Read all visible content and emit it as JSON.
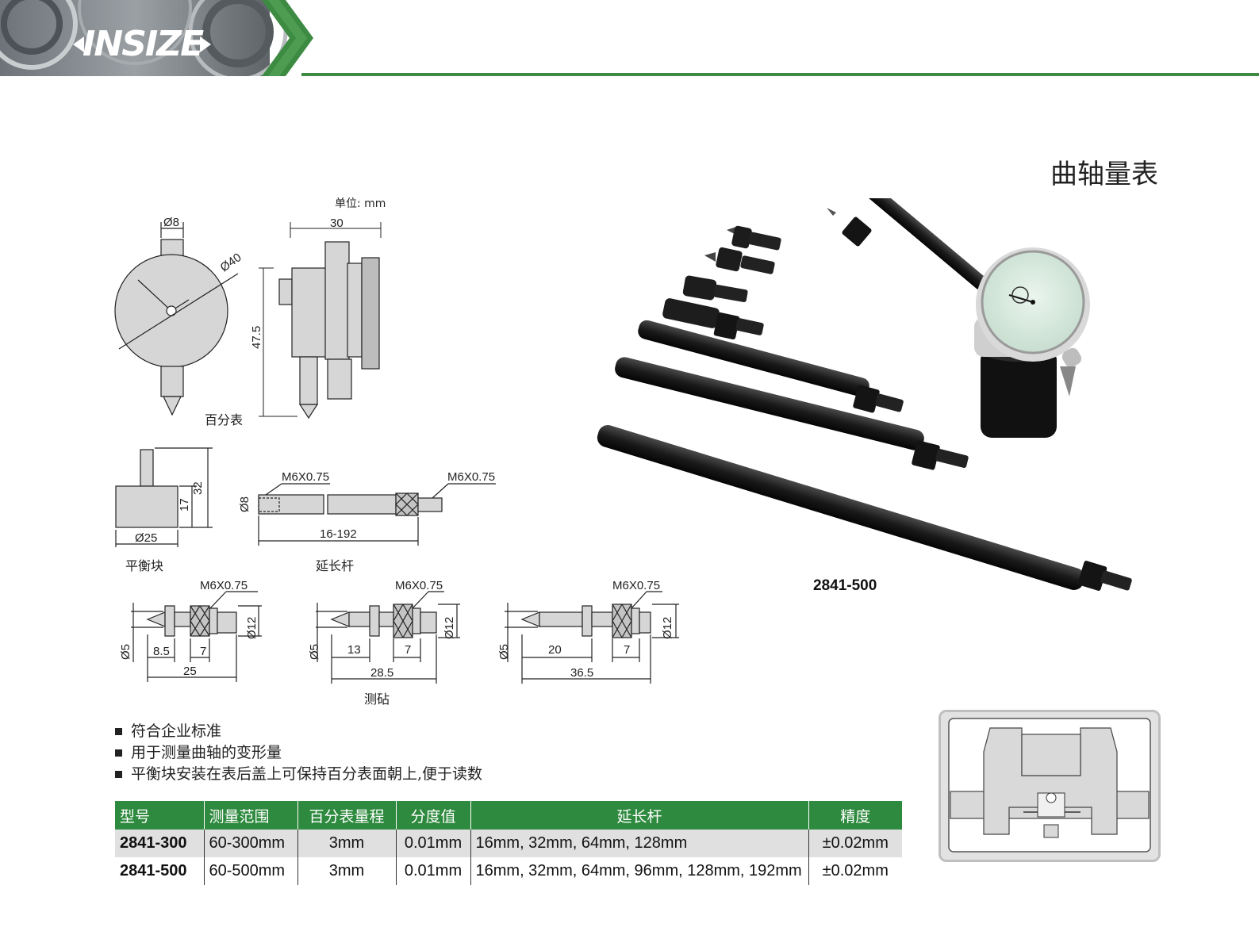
{
  "header": {
    "logo_text": "INSIZE",
    "accent_color": "#3d8a43"
  },
  "title": "曲轴量表",
  "unit_note": "单位: mm",
  "drawings": {
    "dial": {
      "diam_stem": "Ø8",
      "diam_face": "Ø40",
      "width": "30",
      "height": "47.5",
      "caption": "百分表"
    },
    "balance": {
      "height_total": "32",
      "height_body": "17",
      "diameter": "Ø25",
      "caption": "平衡块"
    },
    "extension": {
      "thread_left": "M6X0.75",
      "thread_right": "M6X0.75",
      "diameter": "Ø8",
      "length": "16-192",
      "caption": "延长杆"
    },
    "anvil1": {
      "thread": "M6X0.75",
      "d_tip": "Ø5",
      "d_body": "Ø12",
      "a": "8.5",
      "b": "7",
      "total": "25"
    },
    "anvil2": {
      "thread": "M6X0.75",
      "d_tip": "Ø5",
      "d_body": "Ø12",
      "a": "13",
      "b": "7",
      "total": "28.5"
    },
    "anvil3": {
      "thread": "M6X0.75",
      "d_tip": "Ø5",
      "d_body": "Ø12",
      "a": "20",
      "b": "7",
      "total": "36.5"
    },
    "anvil_caption": "测砧"
  },
  "product_caption": "2841-500",
  "features": [
    "符合企业标准",
    "用于测量曲轴的变形量",
    "平衡块安装在表后盖上可保持百分表面朝上,便于读数"
  ],
  "table": {
    "headers": [
      "型号",
      "测量范围",
      "百分表量程",
      "分度值",
      "延长杆",
      "精度"
    ],
    "rows": [
      [
        "2841-300",
        "60-300mm",
        "3mm",
        "0.01mm",
        "16mm, 32mm, 64mm, 128mm",
        "±0.02mm"
      ],
      [
        "2841-500",
        "60-500mm",
        "3mm",
        "0.01mm",
        "16mm, 32mm, 64mm, 96mm, 128mm, 192mm",
        "±0.02mm"
      ]
    ]
  }
}
